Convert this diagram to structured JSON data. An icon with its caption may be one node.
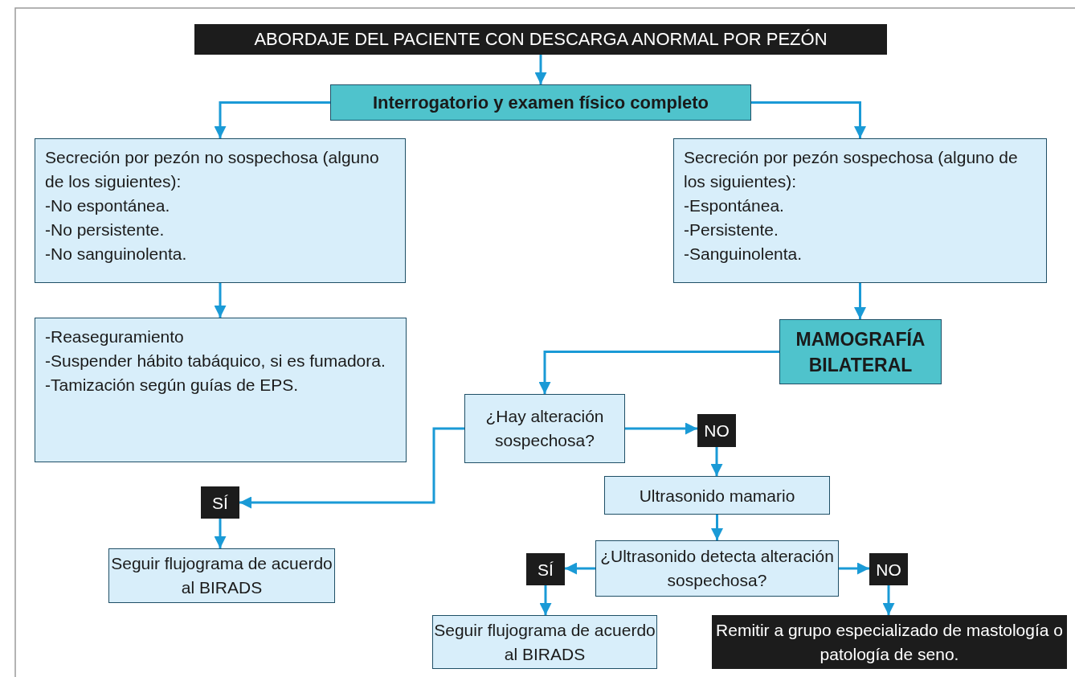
{
  "diagram": {
    "nodes": [
      {
        "text": [
          "ABORDAJE DEL PACIENTE CON DESCARGA ANORMAL POR PEZÓN"
        ]
      },
      {
        "text": [
          "Interrogatorio y examen físico completo"
        ]
      },
      {
        "text": [
          "Secreción por pezón no sospechosa (alguno de los siguientes):",
          "-No espontánea.",
          "-No persistente.",
          "-No sanguinolenta."
        ]
      },
      {
        "text": [
          "Secreción por pezón sospechosa (alguno de los siguientes):",
          "-Espontánea.",
          "-Persistente.",
          "-Sanguinolenta."
        ]
      },
      {
        "text": [
          "-Reaseguramiento",
          "-Suspender hábito tabáquico, si es fumadora.",
          "-Tamización según guías de EPS."
        ]
      },
      {
        "text": [
          "MAMOGRAFÍA BILATERAL"
        ]
      },
      {
        "text": [
          "¿Hay alteración sospechosa?"
        ]
      },
      {
        "text": [
          "NO"
        ]
      },
      {
        "text": [
          "SÍ"
        ]
      },
      {
        "text": [
          "Ultrasonido mamario"
        ]
      },
      {
        "text": [
          "Seguir flujograma de acuerdo al BIRADS"
        ]
      },
      {
        "text": [
          "¿Ultrasonido detecta alteración sospechosa?"
        ]
      },
      {
        "text": [
          "SÍ"
        ]
      },
      {
        "text": [
          "NO"
        ]
      },
      {
        "text": [
          "Seguir flujograma de acuerdo al BIRADS"
        ]
      },
      {
        "text": [
          "Remitir a grupo especializado de mastología o patología de seno."
        ]
      }
    ],
    "edges": [
      {
        "from": 0,
        "to": 1,
        "arrow": "to"
      },
      {
        "from": 1,
        "to": 2,
        "arrow": "to"
      },
      {
        "from": 1,
        "to": 3,
        "arrow": "to"
      },
      {
        "from": 2,
        "to": 4,
        "arrow": "to"
      },
      {
        "from": 3,
        "to": 5,
        "arrow": "to"
      },
      {
        "from": 5,
        "to": 6,
        "arrow": "to"
      },
      {
        "from": 6,
        "to": 7,
        "arrow": "to"
      },
      {
        "from": 6,
        "to": 8,
        "arrow": "to"
      },
      {
        "from": 8,
        "to": 10,
        "arrow": "to"
      },
      {
        "from": 7,
        "to": 9,
        "arrow": "to"
      },
      {
        "from": 9,
        "to": 11,
        "arrow": "to"
      },
      {
        "from": 11,
        "to": 12,
        "arrow": "to"
      },
      {
        "from": 11,
        "to": 13,
        "arrow": "to"
      },
      {
        "from": 12,
        "to": 14,
        "arrow": "to"
      },
      {
        "from": 13,
        "to": 15,
        "arrow": "to"
      }
    ]
  }
}
